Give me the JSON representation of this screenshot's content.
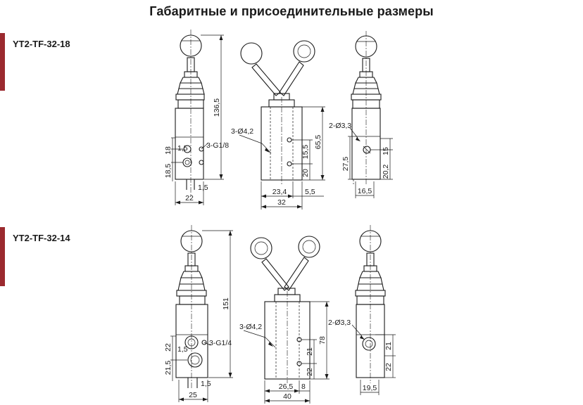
{
  "title": "Габаритные и присоединительные размеры",
  "accent_color": "#9b2a2f",
  "models": [
    {
      "name": "YT2-TF-32-18",
      "dims": {
        "height_total": "136,5",
        "dim_18": "18",
        "dim_1_5": "1,5",
        "port": "3-G1/8",
        "dim_18_5": "18,5",
        "dim_1_5_bottom": "1,5",
        "width_side": "22",
        "hole_front": "3-Ø4,2",
        "dim_15_5": "15,5",
        "dim_65_5": "65,5",
        "dim_20": "20",
        "dim_23_4": "23,4",
        "dim_5_5": "5,5",
        "width_front": "32",
        "hole_back": "2-Ø3,3",
        "dim_27_5": "27,5",
        "dim_15": "15",
        "dim_20_2": "20,2",
        "dim_16_5": "16,5"
      }
    },
    {
      "name": "YT2-TF-32-14",
      "dims": {
        "height_total": "151",
        "dim_22": "22",
        "dim_1_5": "1,5",
        "port": "3-G1/4",
        "dim_21_5": "21,5",
        "dim_1_5_bottom": "1,5",
        "width_side": "25",
        "hole_front": "3-Ø4,2",
        "dim_21": "21",
        "dim_78": "78",
        "dim_22_front": "22",
        "dim_26_5": "26,5",
        "dim_8": "8",
        "width_front": "40",
        "hole_back": "2-Ø3,3",
        "dim_21_back": "21",
        "dim_22_back": "22",
        "dim_19_5": "19,5"
      }
    }
  ]
}
